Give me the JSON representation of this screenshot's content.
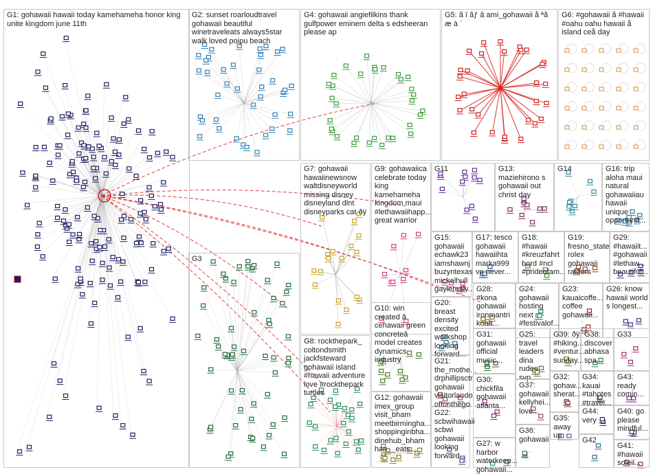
{
  "groups": [
    {
      "id": "G1",
      "label": "G1: gohawaii hawaii today kamehameha honor king unite kingdom june 11th"
    },
    {
      "id": "G2",
      "label": "G2: sunset roarloudtravel gohawaii beautiful winetraveleats always5star walk loved poipu beach"
    },
    {
      "id": "G3",
      "label": "G3"
    },
    {
      "id": "G4",
      "label": "G4: gohawaii angiefilkins thank gulfpower eminem delta s edsheeran please ap"
    },
    {
      "id": "G5",
      "label": "G5: ã ï ãƒ â ami_gohawaii å ªã æ à ´"
    },
    {
      "id": "G6",
      "label": "G6: #gohawaii ã #hawaii #oahu oahu hawaii å island ceå day"
    },
    {
      "id": "G7",
      "label": "G7: gohawaii hawaiinewsnow waltdisneyworld missing disney disneyland dlnt disneyparks cat ðÿ"
    },
    {
      "id": "G8",
      "label": "G8: rockthepark_ coltondsmith jackfsteward gohawaii island #hawaii adventure love #rockthepark turtles"
    },
    {
      "id": "G9",
      "label": "G9: gohawaiica celebrate today king kamehameha kingdom maui #lethawaiihapp... great warrior"
    },
    {
      "id": "G10",
      "label": "G10: win created â cehawaii green concreteâ model creates dynamics industry"
    },
    {
      "id": "G11",
      "label": "G11"
    },
    {
      "id": "G12",
      "label": "G12: gohawaii imex_group visit_bham meetbirmingha... shoppinginbha... dinehub_bham han__eats..."
    },
    {
      "id": "G13",
      "label": "G13: maziehirono s gohawaii out christ day"
    },
    {
      "id": "G14",
      "label": "G14"
    },
    {
      "id": "G15",
      "label": "G15: gohawaii echawk23 iamshawnj buzyntexas mickelhull gaylemalv..."
    },
    {
      "id": "G16",
      "label": "G16: trip aloha maui natural gohawaiiau hawaii unique opportunit..."
    },
    {
      "id": "G17",
      "label": "G17: tesco gohawaii hawaiihta marka999 ve never..."
    },
    {
      "id": "G18",
      "label": "G18: #hawaii #kreuzfahrt bord #ncl #prideofam..."
    },
    {
      "id": "G19",
      "label": "G19: fresno_state rolex gohawaii raiders"
    },
    {
      "id": "G20",
      "label": "G20: breast density excited workshop looking forward..."
    },
    {
      "id": "G21",
      "label": "G21: the_mothe... drphillipsctr gohawaii visitorlando offonthego..."
    },
    {
      "id": "G22",
      "label": "G22: scbwihawaii scbwi gohawaii looking forward..."
    },
    {
      "id": "G23",
      "label": "G23: kauaicoffe... coffee gohawaii..."
    },
    {
      "id": "G24",
      "label": "G24: gohawaii hosting next #festivalof..."
    },
    {
      "id": "G25",
      "label": "G25: travel leaders dina ruden svp..."
    },
    {
      "id": "G26",
      "label": "G26: know hawaii world s longest..."
    },
    {
      "id": "G27",
      "label": "G27: w harbor waterkeep... gohawaii..."
    },
    {
      "id": "G28",
      "label": "G28: #kona gohawaii ironmantri kona..."
    },
    {
      "id": "G29",
      "label": "G29: #hawaiit... #gohawaii #lethaw... beautiful..."
    },
    {
      "id": "G30",
      "label": "G30: chickfila gohawaii atlanta..."
    },
    {
      "id": "G31",
      "label": "G31: gohawaii official music..."
    },
    {
      "id": "G32",
      "label": "G32: gohaw... sherat..."
    },
    {
      "id": "G33",
      "label": "G33"
    },
    {
      "id": "G34",
      "label": "G34: kauai #tahotes #travel..."
    },
    {
      "id": "G35",
      "label": "G35: away up"
    },
    {
      "id": "G36",
      "label": "G36: gohawaii"
    },
    {
      "id": "G37",
      "label": "G37: gohawaii kellyhei... love..."
    },
    {
      "id": "G38",
      "label": "G38: discover abhasa spa..."
    },
    {
      "id": "G39",
      "label": "G39: ðÿ #hiking... #ventur... sunday..."
    },
    {
      "id": "G40",
      "label": "G40: go please mindful..."
    },
    {
      "id": "G41",
      "label": "G41: #hawaii soleil..."
    },
    {
      "id": "G42",
      "label": "G42"
    },
    {
      "id": "G43",
      "label": "G43: ready comin..."
    },
    {
      "id": "G44",
      "label": "G44: very"
    }
  ],
  "colors": {
    "node_g1": "#1b1f5e",
    "node_g2": "#2f7fb5",
    "node_g3": "#1f6b3a",
    "node_g4": "#3a9b3a",
    "node_g5": "#d11f1f",
    "node_g7": "#c9a227",
    "node_g8": "#2a8c5a",
    "edge": "#9a9a9a",
    "edge_red": "#d62020",
    "border": "#c8c8c8"
  }
}
